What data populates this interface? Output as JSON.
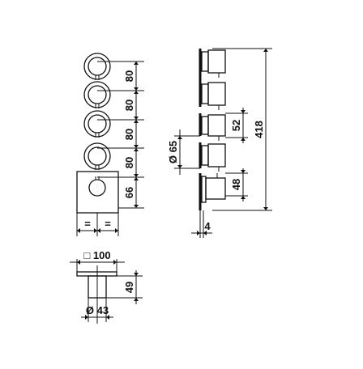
{
  "front_view": {
    "spacing_labels": [
      "80",
      "80",
      "80",
      "80",
      "66"
    ],
    "width_labels": [
      "=",
      "="
    ]
  },
  "side_view": {
    "total_height": "418",
    "cartridge_depth": "52",
    "knob_depth": "48",
    "knob_diameter": "Ø 65",
    "wall_offset": "4"
  },
  "top_view": {
    "plate_size": "□ 100",
    "body_depth": "49",
    "body_diameter": "Ø 43"
  }
}
